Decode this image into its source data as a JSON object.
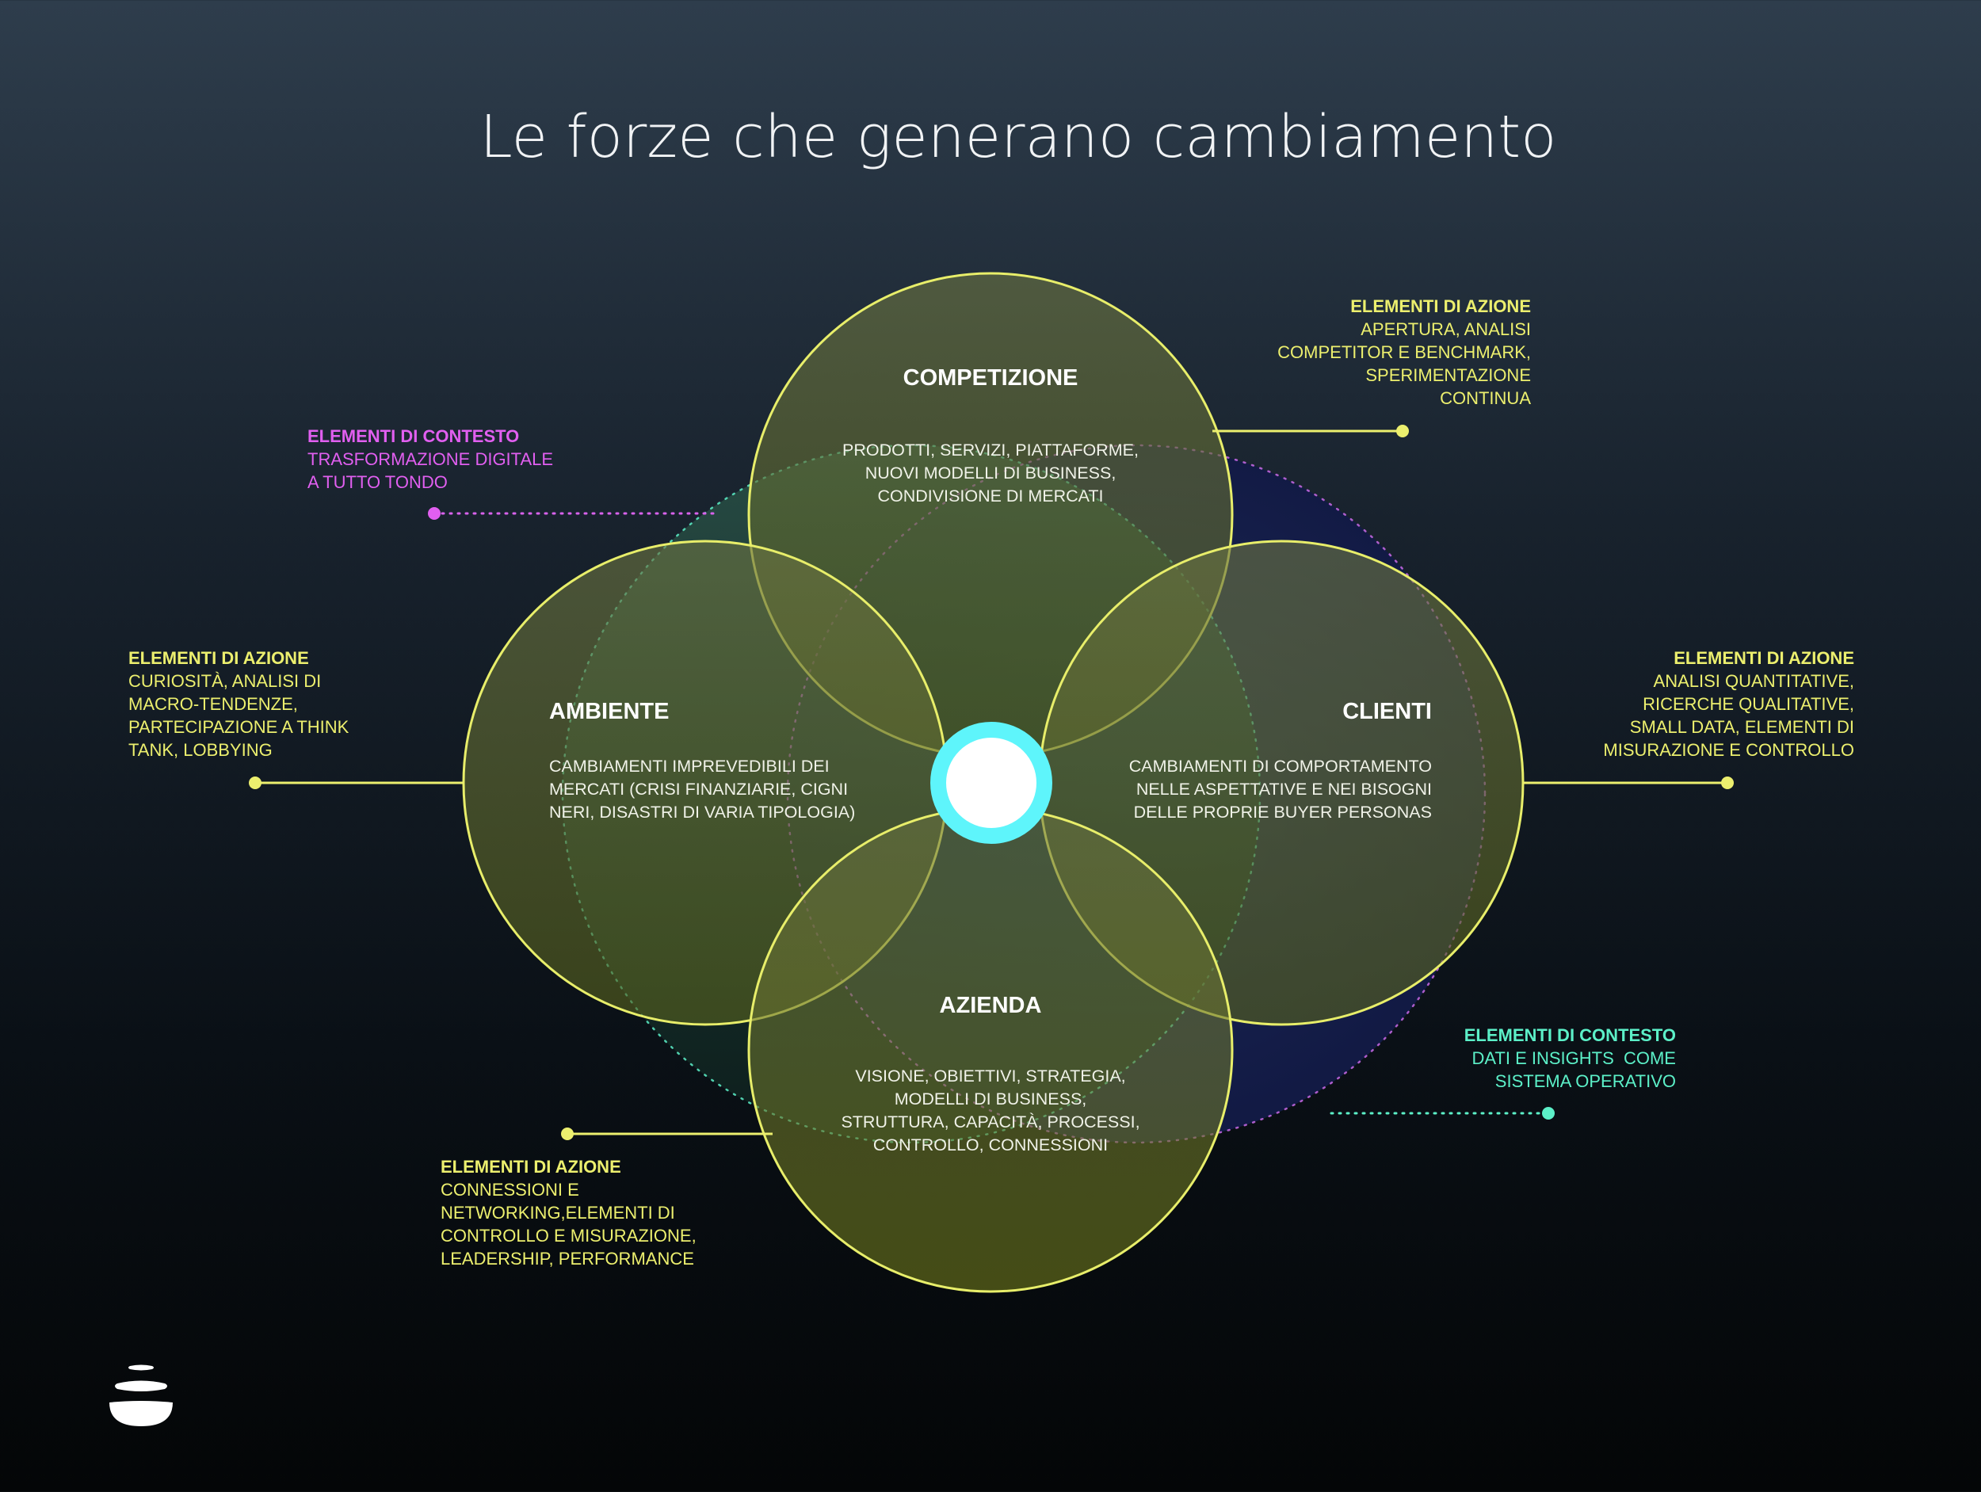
{
  "title": "Le forze che generano cambiamento",
  "colors": {
    "action": "#ecef6e",
    "context_magenta": "#e15ff0",
    "context_cyan": "#5cf0c8",
    "center_ring": "#5ef5fb",
    "circle_stroke": "#e8ee6a"
  },
  "circles": {
    "competizione": {
      "label": "COMPETIZIONE",
      "description": [
        "PRODOTTI, SERVIZI, PIATTAFORME,",
        "NUOVI MODELLI DI BUSINESS,",
        "CONDIVISIONE DI MERCATI"
      ]
    },
    "ambiente": {
      "label": "AMBIENTE",
      "description": [
        "CAMBIAMENTI IMPREVEDIBILI DEI",
        "MERCATI (CRISI FINANZIARIE, CIGNI",
        "NERI, DISASTRI DI VARIA TIPOLOGIA)"
      ]
    },
    "clienti": {
      "label": "CLIENTI",
      "description": [
        "CAMBIAMENTI DI COMPORTAMENTO",
        "NELLE ASPETTATIVE E NEI BISOGNI",
        "DELLE PROPRIE BUYER PERSONAS"
      ]
    },
    "azienda": {
      "label": "AZIENDA",
      "description": [
        "VISIONE, OBIETTIVI, STRATEGIA,",
        "MODELLI DI BUSINESS,",
        "STRUTTURA, CAPACITÀ, PROCESSI,",
        "CONTROLLO, CONNESSIONI"
      ]
    }
  },
  "notes": {
    "top_right": {
      "heading": "ELEMENTI DI AZIONE",
      "lines": [
        "APERTURA, ANALISI",
        "COMPETITOR E BENCHMARK,",
        "SPERIMENTAZIONE",
        "CONTINUA"
      ]
    },
    "left": {
      "heading": "ELEMENTI DI AZIONE",
      "lines": [
        "CURIOSITÀ, ANALISI DI",
        "MACRO-TENDENZE,",
        "PARTECIPAZIONE A THINK",
        "TANK, LOBBYING"
      ]
    },
    "right": {
      "heading": "ELEMENTI DI AZIONE",
      "lines": [
        "ANALISI QUANTITATIVE,",
        "RICERCHE QUALITATIVE,",
        "SMALL DATA, ELEMENTI DI",
        "MISURAZIONE E CONTROLLO"
      ]
    },
    "bottom_left": {
      "heading": "ELEMENTI DI AZIONE",
      "lines": [
        "CONNESSIONI E",
        "NETWORKING,ELEMENTI DI",
        "CONTROLLO E MISURAZIONE,",
        "LEADERSHIP, PERFORMANCE"
      ]
    },
    "context_magenta": {
      "heading": "ELEMENTI DI CONTESTO",
      "lines": [
        "TRASFORMAZIONE DIGITALE",
        "A TUTTO TONDO"
      ]
    },
    "context_cyan": {
      "heading": "ELEMENTI DI CONTESTO",
      "lines": [
        "DATI E INSIGHTS  COME",
        "SISTEMA OPERATIVO"
      ]
    }
  },
  "icons": {
    "logo": "stacked-stones-logo"
  }
}
